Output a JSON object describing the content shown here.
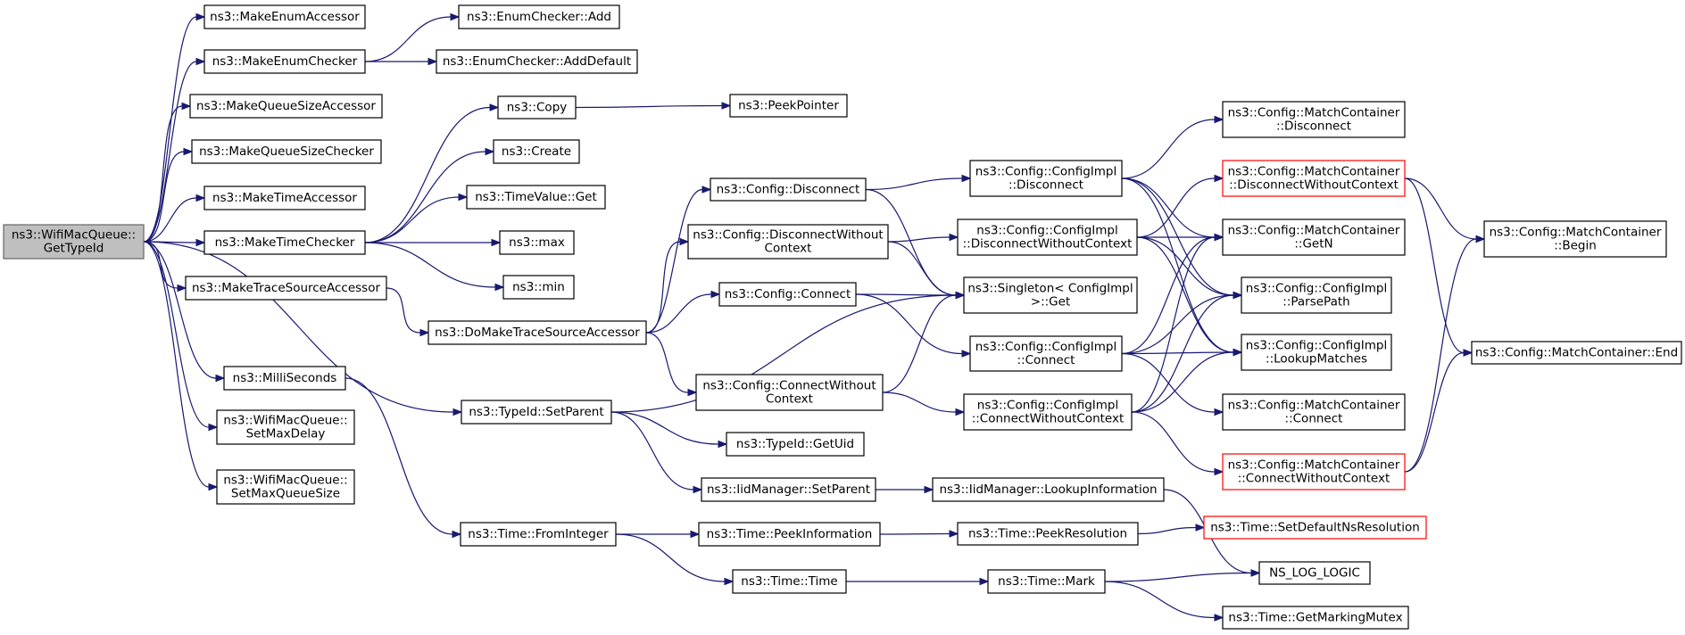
{
  "graph": {
    "nodes": [
      {
        "id": "root",
        "lines": [
          "ns3::WifiMacQueue::",
          "GetTypeId"
        ],
        "kind": "root"
      },
      {
        "id": "makeEnumAccessor",
        "lines": [
          "ns3::MakeEnumAccessor"
        ]
      },
      {
        "id": "makeEnumChecker",
        "lines": [
          "ns3::MakeEnumChecker"
        ]
      },
      {
        "id": "enumCheckerAdd",
        "lines": [
          "ns3::EnumChecker::Add"
        ]
      },
      {
        "id": "enumCheckerAddDefault",
        "lines": [
          "ns3::EnumChecker::AddDefault"
        ]
      },
      {
        "id": "makeQueueSizeAccessor",
        "lines": [
          "ns3::MakeQueueSizeAccessor"
        ]
      },
      {
        "id": "makeQueueSizeChecker",
        "lines": [
          "ns3::MakeQueueSizeChecker"
        ]
      },
      {
        "id": "makeTimeAccessor",
        "lines": [
          "ns3::MakeTimeAccessor"
        ]
      },
      {
        "id": "makeTimeChecker",
        "lines": [
          "ns3::MakeTimeChecker"
        ]
      },
      {
        "id": "makeTraceSourceAccessor",
        "lines": [
          "ns3::MakeTraceSourceAccessor"
        ]
      },
      {
        "id": "milliSeconds",
        "lines": [
          "ns3::MilliSeconds"
        ]
      },
      {
        "id": "setMaxDelay",
        "lines": [
          "ns3::WifiMacQueue::",
          "SetMaxDelay"
        ]
      },
      {
        "id": "setMaxQueueSize",
        "lines": [
          "ns3::WifiMacQueue::",
          "SetMaxQueueSize"
        ]
      },
      {
        "id": "copy",
        "lines": [
          "ns3::Copy"
        ]
      },
      {
        "id": "peekPointer",
        "lines": [
          "ns3::PeekPointer"
        ]
      },
      {
        "id": "create",
        "lines": [
          "ns3::Create"
        ]
      },
      {
        "id": "timeValueGet",
        "lines": [
          "ns3::TimeValue::Get"
        ]
      },
      {
        "id": "max",
        "lines": [
          "ns3::max"
        ]
      },
      {
        "id": "min",
        "lines": [
          "ns3::min"
        ]
      },
      {
        "id": "doMakeTraceSourceAccessor",
        "lines": [
          "ns3::DoMakeTraceSourceAccessor"
        ]
      },
      {
        "id": "typeIdSetParent",
        "lines": [
          "ns3::TypeId::SetParent"
        ]
      },
      {
        "id": "timeFromInteger",
        "lines": [
          "ns3::Time::FromInteger"
        ]
      },
      {
        "id": "configDisconnect",
        "lines": [
          "ns3::Config::Disconnect"
        ]
      },
      {
        "id": "configDisconnectWithoutContext",
        "lines": [
          "ns3::Config::DisconnectWithout",
          "Context"
        ]
      },
      {
        "id": "configConnect",
        "lines": [
          "ns3::Config::Connect"
        ]
      },
      {
        "id": "configConnectWithoutContext",
        "lines": [
          "ns3::Config::ConnectWithout",
          "Context"
        ]
      },
      {
        "id": "typeIdGetUid",
        "lines": [
          "ns3::TypeId::GetUid"
        ]
      },
      {
        "id": "iidManagerSetParent",
        "lines": [
          "ns3::IidManager::SetParent"
        ]
      },
      {
        "id": "timePeekInformation",
        "lines": [
          "ns3::Time::PeekInformation"
        ]
      },
      {
        "id": "timeTime",
        "lines": [
          "ns3::Time::Time"
        ]
      },
      {
        "id": "implDisconnect",
        "lines": [
          "ns3::Config::ConfigImpl",
          "::Disconnect"
        ]
      },
      {
        "id": "implDisconnectWithoutContext",
        "lines": [
          "ns3::Config::ConfigImpl",
          "::DisconnectWithoutContext"
        ]
      },
      {
        "id": "singletonGet",
        "lines": [
          "ns3::Singleton< ConfigImpl",
          ">::Get"
        ]
      },
      {
        "id": "implConnect",
        "lines": [
          "ns3::Config::ConfigImpl",
          "::Connect"
        ]
      },
      {
        "id": "implConnectWithoutContext",
        "lines": [
          "ns3::Config::ConfigImpl",
          "::ConnectWithoutContext"
        ]
      },
      {
        "id": "iidLookupInformation",
        "lines": [
          "ns3::IidManager::LookupInformation"
        ]
      },
      {
        "id": "timePeekResolution",
        "lines": [
          "ns3::Time::PeekResolution"
        ]
      },
      {
        "id": "timeMark",
        "lines": [
          "ns3::Time::Mark"
        ]
      },
      {
        "id": "mcDisconnect",
        "lines": [
          "ns3::Config::MatchContainer",
          "::Disconnect"
        ]
      },
      {
        "id": "mcDisconnectWithoutContext",
        "lines": [
          "ns3::Config::MatchContainer",
          "::DisconnectWithoutContext"
        ],
        "kind": "truncated"
      },
      {
        "id": "mcGetN",
        "lines": [
          "ns3::Config::MatchContainer",
          "::GetN"
        ]
      },
      {
        "id": "implParsePath",
        "lines": [
          "ns3::Config::ConfigImpl",
          "::ParsePath"
        ]
      },
      {
        "id": "implLookupMatches",
        "lines": [
          "ns3::Config::ConfigImpl",
          "::LookupMatches"
        ]
      },
      {
        "id": "mcConnect",
        "lines": [
          "ns3::Config::MatchContainer",
          "::Connect"
        ]
      },
      {
        "id": "mcConnectWithoutContext",
        "lines": [
          "ns3::Config::MatchContainer",
          "::ConnectWithoutContext"
        ],
        "kind": "truncated"
      },
      {
        "id": "setDefaultNsResolution",
        "lines": [
          "ns3::Time::SetDefaultNsResolution"
        ],
        "kind": "truncated"
      },
      {
        "id": "nsLogLogic",
        "lines": [
          "NS_LOG_LOGIC"
        ]
      },
      {
        "id": "getMarkingMutex",
        "lines": [
          "ns3::Time::GetMarkingMutex"
        ]
      },
      {
        "id": "mcBegin",
        "lines": [
          "ns3::Config::MatchContainer",
          "::Begin"
        ]
      },
      {
        "id": "mcEnd",
        "lines": [
          "ns3::Config::MatchContainer::End"
        ]
      }
    ],
    "edges": [
      [
        "root",
        "makeEnumAccessor"
      ],
      [
        "root",
        "makeEnumChecker"
      ],
      [
        "root",
        "makeQueueSizeAccessor"
      ],
      [
        "root",
        "makeQueueSizeChecker"
      ],
      [
        "root",
        "makeTimeAccessor"
      ],
      [
        "root",
        "makeTimeChecker"
      ],
      [
        "root",
        "makeTraceSourceAccessor"
      ],
      [
        "root",
        "typeIdSetParent"
      ],
      [
        "root",
        "milliSeconds"
      ],
      [
        "root",
        "setMaxDelay"
      ],
      [
        "root",
        "setMaxQueueSize"
      ],
      [
        "makeEnumChecker",
        "enumCheckerAdd"
      ],
      [
        "makeEnumChecker",
        "enumCheckerAddDefault"
      ],
      [
        "makeTimeChecker",
        "copy"
      ],
      [
        "makeTimeChecker",
        "create"
      ],
      [
        "makeTimeChecker",
        "timeValueGet"
      ],
      [
        "makeTimeChecker",
        "max"
      ],
      [
        "makeTimeChecker",
        "min"
      ],
      [
        "copy",
        "peekPointer"
      ],
      [
        "makeTraceSourceAccessor",
        "doMakeTraceSourceAccessor"
      ],
      [
        "milliSeconds",
        "timeFromInteger"
      ],
      [
        "doMakeTraceSourceAccessor",
        "configDisconnect"
      ],
      [
        "doMakeTraceSourceAccessor",
        "configDisconnectWithoutContext"
      ],
      [
        "doMakeTraceSourceAccessor",
        "configConnect"
      ],
      [
        "doMakeTraceSourceAccessor",
        "configConnectWithoutContext"
      ],
      [
        "typeIdSetParent",
        "singletonGet"
      ],
      [
        "typeIdSetParent",
        "typeIdGetUid"
      ],
      [
        "typeIdSetParent",
        "iidManagerSetParent"
      ],
      [
        "timeFromInteger",
        "timePeekInformation"
      ],
      [
        "timeFromInteger",
        "timeTime"
      ],
      [
        "configDisconnect",
        "implDisconnect"
      ],
      [
        "configDisconnect",
        "singletonGet"
      ],
      [
        "configDisconnectWithoutContext",
        "implDisconnectWithoutContext"
      ],
      [
        "configDisconnectWithoutContext",
        "singletonGet"
      ],
      [
        "configConnect",
        "singletonGet"
      ],
      [
        "configConnect",
        "implConnect"
      ],
      [
        "configConnectWithoutContext",
        "singletonGet"
      ],
      [
        "configConnectWithoutContext",
        "implConnectWithoutContext"
      ],
      [
        "iidManagerSetParent",
        "iidLookupInformation"
      ],
      [
        "timePeekInformation",
        "timePeekResolution"
      ],
      [
        "timeTime",
        "timeMark"
      ],
      [
        "implDisconnect",
        "mcDisconnect"
      ],
      [
        "implDisconnect",
        "mcGetN"
      ],
      [
        "implDisconnect",
        "implParsePath"
      ],
      [
        "implDisconnect",
        "implLookupMatches"
      ],
      [
        "implDisconnectWithoutContext",
        "mcDisconnectWithoutContext"
      ],
      [
        "implDisconnectWithoutContext",
        "mcGetN"
      ],
      [
        "implDisconnectWithoutContext",
        "implParsePath"
      ],
      [
        "implDisconnectWithoutContext",
        "implLookupMatches"
      ],
      [
        "implConnect",
        "mcGetN"
      ],
      [
        "implConnect",
        "implParsePath"
      ],
      [
        "implConnect",
        "implLookupMatches"
      ],
      [
        "implConnect",
        "mcConnect"
      ],
      [
        "implConnectWithoutContext",
        "mcGetN"
      ],
      [
        "implConnectWithoutContext",
        "implParsePath"
      ],
      [
        "implConnectWithoutContext",
        "implLookupMatches"
      ],
      [
        "implConnectWithoutContext",
        "mcConnectWithoutContext"
      ],
      [
        "iidLookupInformation",
        "nsLogLogic"
      ],
      [
        "timePeekResolution",
        "setDefaultNsResolution"
      ],
      [
        "timeMark",
        "nsLogLogic"
      ],
      [
        "timeMark",
        "getMarkingMutex"
      ],
      [
        "mcDisconnectWithoutContext",
        "mcBegin"
      ],
      [
        "mcDisconnectWithoutContext",
        "mcEnd"
      ],
      [
        "mcConnectWithoutContext",
        "mcBegin"
      ],
      [
        "mcConnectWithoutContext",
        "mcEnd"
      ]
    ]
  },
  "colors": {
    "edge": "#191970",
    "node_border": "#000000",
    "truncated_border": "#ff0000",
    "root_fill": "#bfbfbf"
  }
}
